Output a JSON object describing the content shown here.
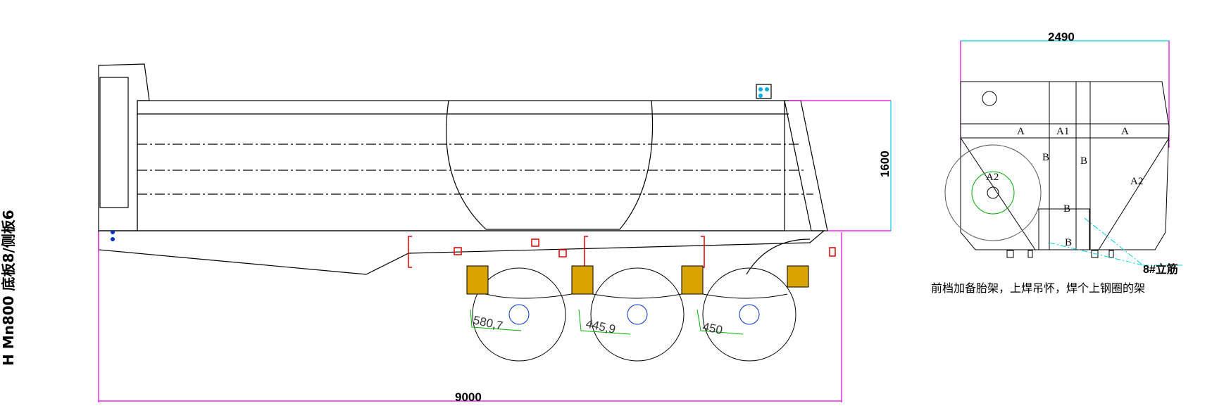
{
  "side_label": "H Mn800 底板8/侧板6",
  "side_view": {
    "length_dim": "9000",
    "height_dim": "1600",
    "axle_dims": [
      "580,7",
      "445,9",
      "450"
    ]
  },
  "rear_view": {
    "width_dim": "2490",
    "panel_labels": [
      "A",
      "A1",
      "A",
      "B",
      "B",
      "A2",
      "A2",
      "B",
      "B"
    ],
    "callout": "8#立筋",
    "note": "前档加备胎架，上焊吊怀，焊个上钢圈的架"
  },
  "colors": {
    "dimension": "#e000e0",
    "extension": "#00d0e0",
    "axle_dim": "#00b000",
    "spring": "#c89600",
    "marker": "#e00000"
  }
}
